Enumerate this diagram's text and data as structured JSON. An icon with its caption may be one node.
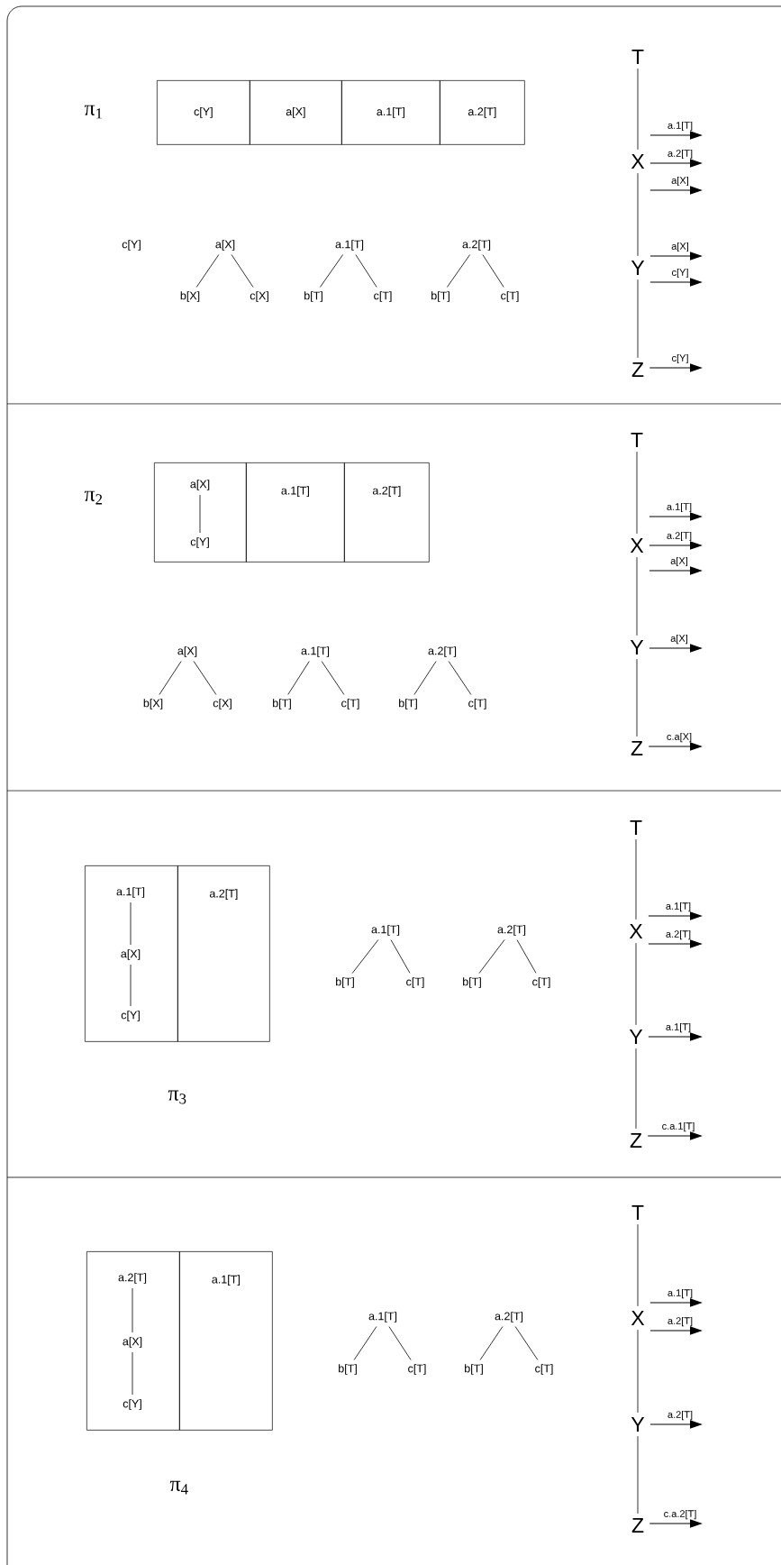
{
  "diagram": {
    "nodes": [
      {
        "text": [
          "c[Y]"
        ]
      },
      {
        "text": [
          "a[X]"
        ]
      },
      {
        "text": [
          "a.1[T]"
        ]
      },
      {
        "text": [
          "a.2[T]"
        ]
      },
      {
        "text": [
          "a[X]"
        ]
      },
      {
        "text": [
          "b[X]"
        ]
      },
      {
        "text": [
          "c[X]"
        ]
      },
      {
        "text": [
          "a.1[T]"
        ]
      },
      {
        "text": [
          "b[T]"
        ]
      },
      {
        "text": [
          "c[T]"
        ]
      },
      {
        "text": [
          "a.2[T]"
        ]
      },
      {
        "text": [
          "b[T]"
        ]
      },
      {
        "text": [
          "c[T]"
        ]
      },
      {
        "text": [
          "T"
        ]
      },
      {
        "text": [
          "X"
        ]
      },
      {
        "text": [
          "Y"
        ]
      },
      {
        "text": [
          "Z"
        ]
      },
      {
        "text": [],
        "shape": "box"
      },
      {
        "text": [
          "a[X]"
        ],
        "in": 17
      },
      {
        "text": [
          "c[Y]"
        ],
        "in": 17
      },
      {
        "text": [
          "a.1[T]"
        ]
      },
      {
        "text": [
          "a.2[T]"
        ]
      },
      {
        "text": [
          "a[X]"
        ]
      },
      {
        "text": [
          "b[X]"
        ]
      },
      {
        "text": [
          "c[X]"
        ]
      },
      {
        "text": [
          "a.1[T]"
        ]
      },
      {
        "text": [
          "b[T]"
        ]
      },
      {
        "text": [
          "c[T]"
        ]
      },
      {
        "text": [
          "a.2[T]"
        ]
      },
      {
        "text": [
          "b[T]"
        ]
      },
      {
        "text": [
          "c[T]"
        ]
      },
      {
        "text": [
          "T"
        ]
      },
      {
        "text": [
          "X"
        ]
      },
      {
        "text": [
          "Y"
        ]
      },
      {
        "text": [
          "Z"
        ]
      },
      {
        "text": [],
        "shape": "box"
      },
      {
        "text": [
          "a.1[T]"
        ],
        "in": 35
      },
      {
        "text": [
          "a[X]"
        ],
        "in": 35
      },
      {
        "text": [
          "c[Y]"
        ],
        "in": 35
      },
      {
        "text": [
          "a.2[T]"
        ]
      },
      {
        "text": [
          "a.1[T]"
        ]
      },
      {
        "text": [
          "b[T]"
        ]
      },
      {
        "text": [
          "c[T]"
        ]
      },
      {
        "text": [
          "a.2[T]"
        ]
      },
      {
        "text": [
          "b[T]"
        ]
      },
      {
        "text": [
          "c[T]"
        ]
      },
      {
        "text": [
          "T"
        ]
      },
      {
        "text": [
          "X"
        ]
      },
      {
        "text": [
          "Y"
        ]
      },
      {
        "text": [
          "Z"
        ]
      },
      {
        "text": [],
        "shape": "box"
      },
      {
        "text": [
          "a.2[T]"
        ],
        "in": 50
      },
      {
        "text": [
          "a[X]"
        ],
        "in": 50
      },
      {
        "text": [
          "c[Y]"
        ],
        "in": 50
      },
      {
        "text": [
          "a.1[T]"
        ]
      },
      {
        "text": [
          "a.1[T]"
        ]
      },
      {
        "text": [
          "b[T]"
        ]
      },
      {
        "text": [
          "c[T]"
        ]
      },
      {
        "text": [
          "a.2[T]"
        ]
      },
      {
        "text": [
          "b[T]"
        ]
      },
      {
        "text": [
          "c[T]"
        ]
      },
      {
        "text": [
          "T"
        ]
      },
      {
        "text": [
          "X"
        ]
      },
      {
        "text": [
          "Y"
        ]
      },
      {
        "text": [
          "Z"
        ]
      }
    ],
    "edges": [
      {
        "from": 4,
        "to": 5,
        "arrow": "none"
      },
      {
        "from": 4,
        "to": 6,
        "arrow": "none"
      },
      {
        "from": 7,
        "to": 8,
        "arrow": "none"
      },
      {
        "from": 7,
        "to": 9,
        "arrow": "none"
      },
      {
        "from": 10,
        "to": 11,
        "arrow": "none"
      },
      {
        "from": 10,
        "to": 12,
        "arrow": "none"
      },
      {
        "from": 13,
        "to": 14,
        "arrow": "none"
      },
      {
        "from": 14,
        "to": 15,
        "arrow": "none"
      },
      {
        "from": 15,
        "to": 16,
        "arrow": "none"
      },
      {
        "from": 14,
        "to": null,
        "arrow": "to",
        "label": "a.1[T]"
      },
      {
        "from": 14,
        "to": null,
        "arrow": "to",
        "label": "a.2[T]"
      },
      {
        "from": 14,
        "to": null,
        "arrow": "to",
        "label": "a[X]"
      },
      {
        "from": 15,
        "to": null,
        "arrow": "to",
        "label": "a[X]"
      },
      {
        "from": 15,
        "to": null,
        "arrow": "to",
        "label": "c[Y]"
      },
      {
        "from": 16,
        "to": null,
        "arrow": "to",
        "label": "c[Y]"
      },
      {
        "from": 18,
        "to": 19,
        "arrow": "none"
      },
      {
        "from": 22,
        "to": 23,
        "arrow": "none"
      },
      {
        "from": 22,
        "to": 24,
        "arrow": "none"
      },
      {
        "from": 25,
        "to": 26,
        "arrow": "none"
      },
      {
        "from": 25,
        "to": 27,
        "arrow": "none"
      },
      {
        "from": 28,
        "to": 29,
        "arrow": "none"
      },
      {
        "from": 28,
        "to": 30,
        "arrow": "none"
      },
      {
        "from": 31,
        "to": 32,
        "arrow": "none"
      },
      {
        "from": 32,
        "to": 33,
        "arrow": "none"
      },
      {
        "from": 33,
        "to": 34,
        "arrow": "none"
      },
      {
        "from": 32,
        "to": null,
        "arrow": "to",
        "label": "a.1[T]"
      },
      {
        "from": 32,
        "to": null,
        "arrow": "to",
        "label": "a.2[T]"
      },
      {
        "from": 32,
        "to": null,
        "arrow": "to",
        "label": "a[X]"
      },
      {
        "from": 33,
        "to": null,
        "arrow": "to",
        "label": "a[X]"
      },
      {
        "from": 34,
        "to": null,
        "arrow": "to",
        "label": "c.a[X]"
      },
      {
        "from": 36,
        "to": 37,
        "arrow": "none"
      },
      {
        "from": 37,
        "to": 38,
        "arrow": "none"
      },
      {
        "from": 40,
        "to": 41,
        "arrow": "none"
      },
      {
        "from": 40,
        "to": 42,
        "arrow": "none"
      },
      {
        "from": 43,
        "to": 44,
        "arrow": "none"
      },
      {
        "from": 43,
        "to": 45,
        "arrow": "none"
      },
      {
        "from": 46,
        "to": 47,
        "arrow": "none"
      },
      {
        "from": 47,
        "to": 48,
        "arrow": "none"
      },
      {
        "from": 48,
        "to": 49,
        "arrow": "none"
      },
      {
        "from": 47,
        "to": null,
        "arrow": "to",
        "label": "a.1[T]"
      },
      {
        "from": 47,
        "to": null,
        "arrow": "to",
        "label": "a.2[T]"
      },
      {
        "from": 48,
        "to": null,
        "arrow": "to",
        "label": "a.1[T]"
      },
      {
        "from": 49,
        "to": null,
        "arrow": "to",
        "label": "c.a.1[T]"
      },
      {
        "from": 51,
        "to": 52,
        "arrow": "none"
      },
      {
        "from": 52,
        "to": 53,
        "arrow": "none"
      },
      {
        "from": 55,
        "to": 56,
        "arrow": "none"
      },
      {
        "from": 55,
        "to": 57,
        "arrow": "none"
      },
      {
        "from": 58,
        "to": 59,
        "arrow": "none"
      },
      {
        "from": 58,
        "to": 60,
        "arrow": "none"
      },
      {
        "from": 61,
        "to": 62,
        "arrow": "none"
      },
      {
        "from": 62,
        "to": 63,
        "arrow": "none"
      },
      {
        "from": 63,
        "to": 64,
        "arrow": "none"
      },
      {
        "from": 62,
        "to": null,
        "arrow": "to",
        "label": "a.1[T]"
      },
      {
        "from": 62,
        "to": null,
        "arrow": "to",
        "label": "a.2[T]"
      },
      {
        "from": 63,
        "to": null,
        "arrow": "to",
        "label": "a.2[T]"
      },
      {
        "from": 64,
        "to": null,
        "arrow": "to",
        "label": "c.a.2[T]"
      }
    ],
    "labels": [
      "π$_{1}$",
      "c[Y]",
      "π$_{2}$",
      "π$_{3}$",
      "π$_{4}$"
    ]
  }
}
